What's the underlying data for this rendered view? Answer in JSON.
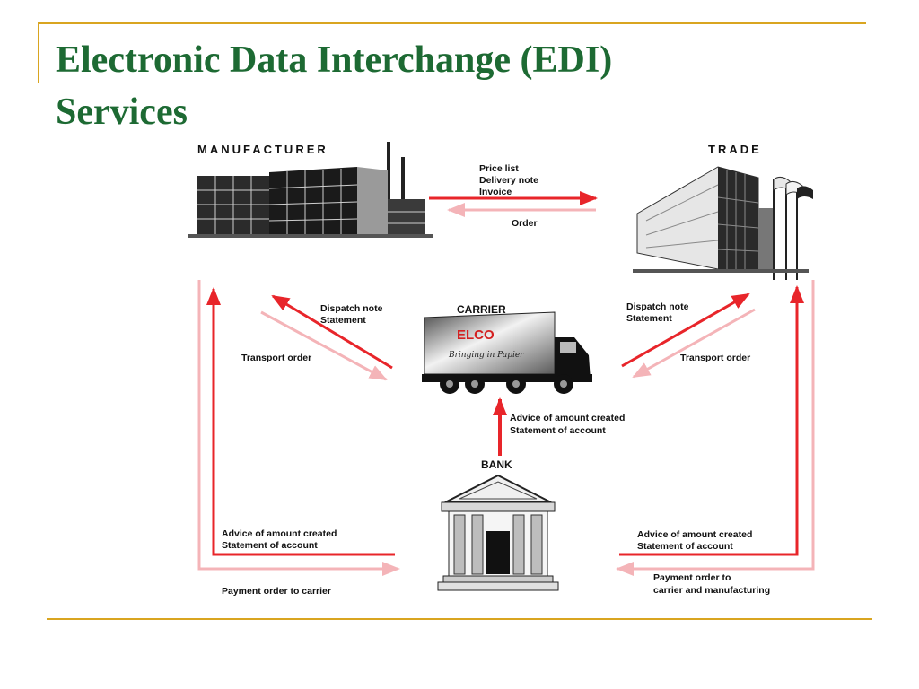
{
  "slide": {
    "title_line1": "Electronic Data Interchange (EDI)",
    "title_line2": "Services",
    "accent_color": "#d9a520",
    "title_color": "#1d6a33"
  },
  "diagram": {
    "nodes": {
      "manufacturer": "MANUFACTURER",
      "trade": "TRADE",
      "carrier": "CARRIER",
      "bank": "BANK"
    },
    "truck_logo": "ELCO",
    "truck_slogan": "Bringing in Papier",
    "flows": {
      "mfr_to_trade": [
        "Price list",
        "Delivery note",
        "Invoice"
      ],
      "trade_to_mfr": "Order",
      "carrier_to_mfr": [
        "Dispatch note",
        "Statement"
      ],
      "mfr_to_carrier": "Transport order",
      "carrier_to_trade": [
        "Dispatch note",
        "Statement"
      ],
      "trade_to_carrier": "Transport order",
      "bank_to_carrier": [
        "Advice of amount created",
        "Statement of account"
      ],
      "bank_to_mfr": [
        "Advice of amount created",
        "Statement of account"
      ],
      "mfr_to_bank": "Payment order to carrier",
      "bank_to_trade": [
        "Advice of amount created",
        "Statement of account"
      ],
      "trade_to_bank": [
        "Payment order to",
        "carrier and manufacturing"
      ]
    },
    "colors": {
      "arrow_strong": "#e8252a",
      "arrow_light": "#f4b4b8"
    },
    "icons": [
      "factory-icon",
      "store-building-icon",
      "delivery-truck-icon",
      "bank-building-icon"
    ]
  }
}
